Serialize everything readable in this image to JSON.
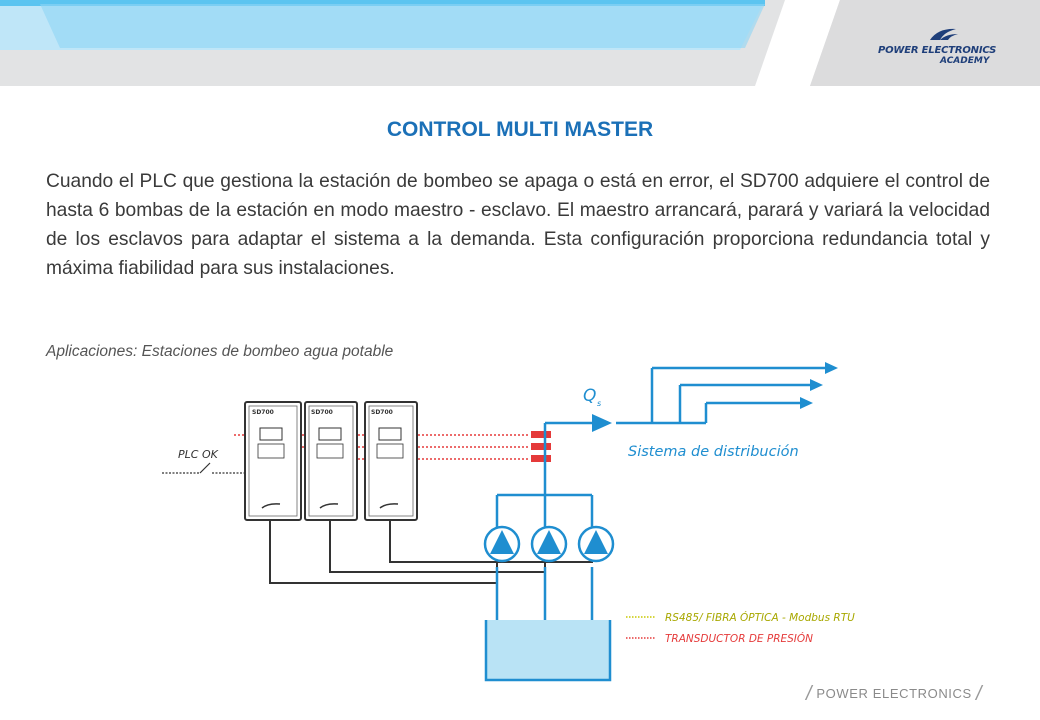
{
  "brand": {
    "logo_line1": "POWER ELECTRONICS",
    "logo_line2": "ACADEMY",
    "primary_blue": "#1b70b7",
    "light_blue": "#5bc4f0",
    "navy": "#1f3f7a"
  },
  "slide": {
    "title": "CONTROL MULTI MASTER",
    "body": "Cuando el PLC que gestiona la estación de bombeo se apaga o está en error, el SD700 adquiere el control de hasta 6 bombas de la estación en modo maestro - esclavo. El maestro arrancará, parará y variará la velocidad de los esclavos para adaptar el sistema a la demanda. Esta configuración proporciona redundancia total y máxima fiabilidad para sus instalaciones.",
    "applications": "Aplicaciones: Estaciones de bombeo agua potable"
  },
  "diagram": {
    "drive_label": "SD700",
    "plc_label": "PLC OK",
    "flow_label": "Q",
    "flow_sub": "s",
    "distribution_label": "Sistema de distribución",
    "legend": [
      {
        "label": "RS485/ FIBRA ÓPTICA - Modbus RTU",
        "color": "#c8c800"
      },
      {
        "label": "TRANSDUCTOR DE PRESIÓN",
        "color": "#e53a3a"
      }
    ]
  },
  "footer": {
    "text": "POWER ELECTRONICS",
    "slash": "/"
  }
}
